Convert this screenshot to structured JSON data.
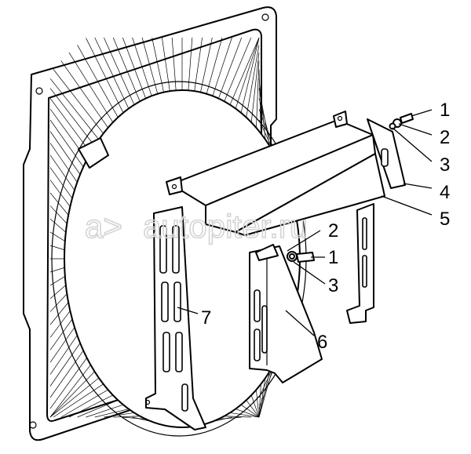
{
  "callouts": [
    {
      "id": "c1a",
      "text": "1"
    },
    {
      "id": "c2a",
      "text": "2"
    },
    {
      "id": "c3a",
      "text": "3"
    },
    {
      "id": "c4",
      "text": "4"
    },
    {
      "id": "c5",
      "text": "5"
    },
    {
      "id": "c2b",
      "text": "2"
    },
    {
      "id": "c1b",
      "text": "1"
    },
    {
      "id": "c3b",
      "text": "3"
    },
    {
      "id": "c7",
      "text": "7"
    },
    {
      "id": "c6",
      "text": "6"
    }
  ],
  "watermark": {
    "logo": "a>",
    "text": "autopiter.ru"
  },
  "colors": {
    "line": "#000000",
    "background": "#ffffff",
    "watermark": "#d4d4d4"
  }
}
